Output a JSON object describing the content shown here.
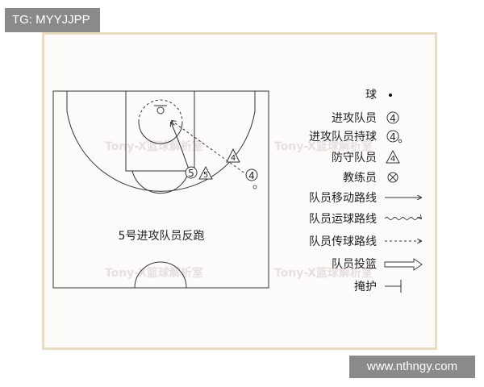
{
  "tag_label": "TG: MYYJJPP",
  "footer_label": "www.nthngy.com",
  "diagram_caption": "5号进攻队员反跑",
  "watermark_text": "Tony-X篮球解析室",
  "players": {
    "attacker_5": "5",
    "defender_5": "5",
    "defender_4": "4",
    "attacker_4": "4"
  },
  "legend": [
    {
      "label": "球",
      "symbol": "ball"
    },
    {
      "label": "进攻队员",
      "symbol": "attacker",
      "number": "4"
    },
    {
      "label": "进攻队员持球",
      "symbol": "attacker-ball",
      "number": "4"
    },
    {
      "label": "防守队员",
      "symbol": "defender",
      "number": "4"
    },
    {
      "label": "教练员",
      "symbol": "coach"
    },
    {
      "label": "队员移动路线",
      "symbol": "move-line"
    },
    {
      "label": "队员运球路线",
      "symbol": "dribble-line"
    },
    {
      "label": "队员传球路线",
      "symbol": "pass-line"
    },
    {
      "label": "队员投篮",
      "symbol": "shot-arrow"
    },
    {
      "label": "掩护",
      "symbol": "screen"
    }
  ],
  "colors": {
    "frame_border": "#eadcc0",
    "badge_bg": "#8a8a8a",
    "line": "#333333"
  }
}
